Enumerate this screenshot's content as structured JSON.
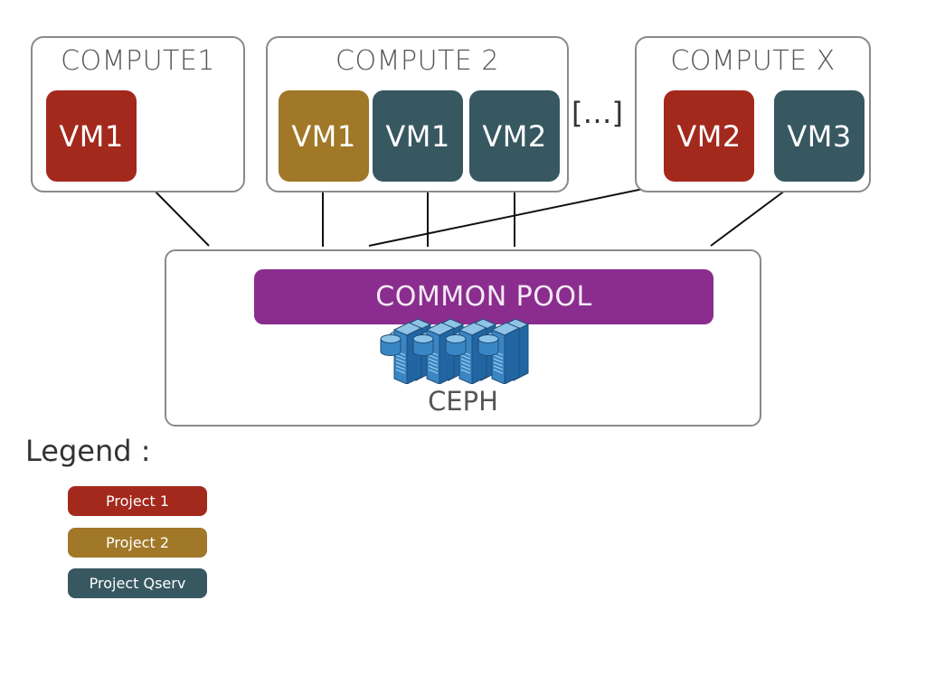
{
  "computes": [
    {
      "title": "COMPUTE1",
      "vms": [
        {
          "label": "VM1",
          "project": "p1"
        }
      ]
    },
    {
      "title": "COMPUTE 2",
      "vms": [
        {
          "label": "VM1",
          "project": "p2"
        },
        {
          "label": "VM1",
          "project": "pq"
        },
        {
          "label": "VM2",
          "project": "pq"
        }
      ]
    },
    {
      "title": "COMPUTE X",
      "vms": [
        {
          "label": "VM2",
          "project": "p1"
        },
        {
          "label": "VM3",
          "project": "pq"
        }
      ]
    }
  ],
  "ellipsis": "[…]",
  "storage": {
    "pool_label": "COMMON POOL",
    "cluster_label": "CEPH",
    "icon": "server-storage-icon"
  },
  "legend": {
    "title": "Legend :",
    "items": [
      {
        "label": "Project 1",
        "color": "#a3291d"
      },
      {
        "label": "Project 2",
        "color": "#a07828"
      },
      {
        "label": "Project Qserv",
        "color": "#385861"
      }
    ]
  },
  "colors": {
    "p1": "#a3291d",
    "p2": "#a07828",
    "pq": "#385861",
    "pool": "#8a2d8e",
    "border": "#8a8a8a"
  }
}
